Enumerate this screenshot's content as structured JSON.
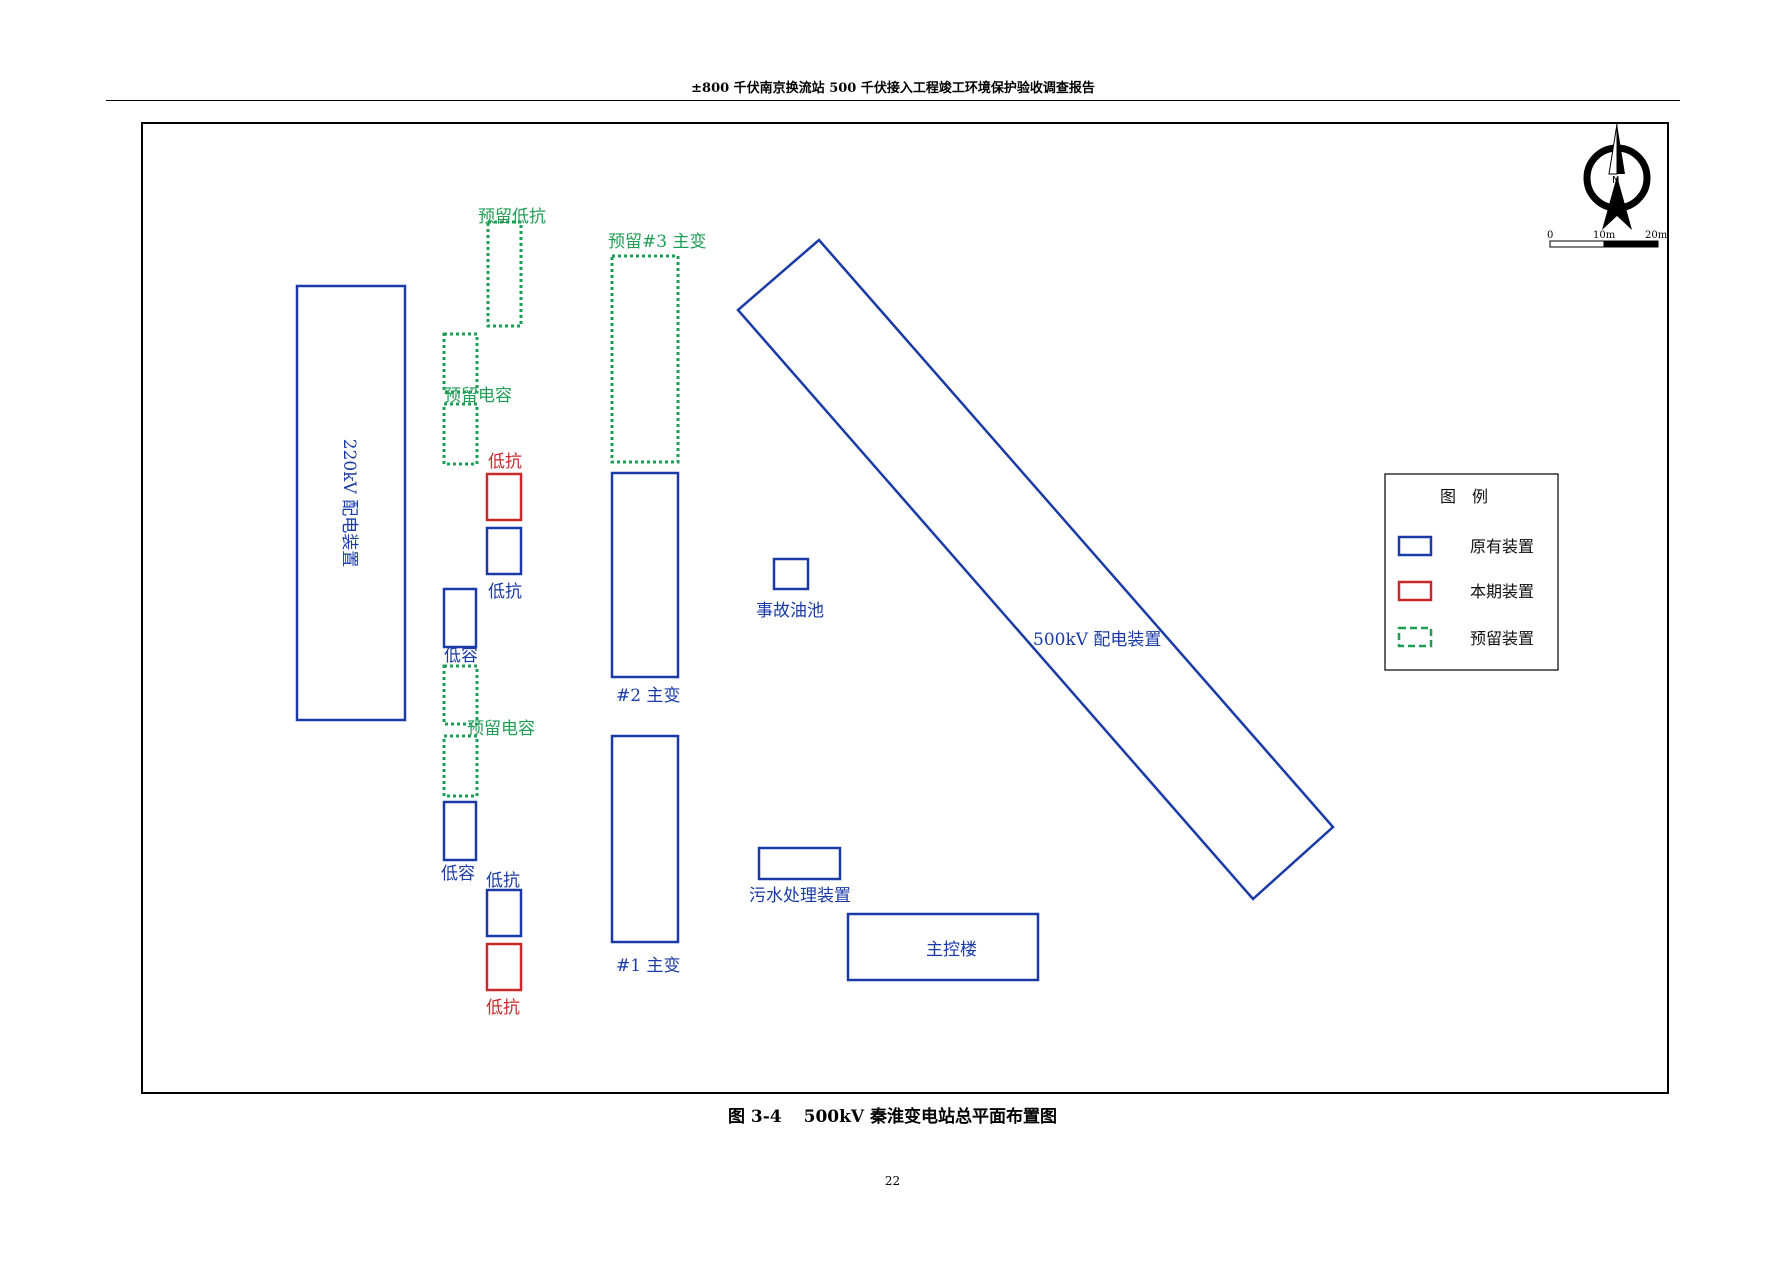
{
  "header": {
    "title": "±800 千伏南京换流站 500 千伏接入工程竣工环境保护验收调查报告"
  },
  "colors": {
    "existing": "#1a3aa8",
    "current": "#c8282a",
    "reserved": "#1e9e55"
  },
  "labels": {
    "reserved_lowreactor_top": "预留低抗",
    "reserved_main3": "预留#3 主变",
    "reserved_cap_top": "预留电容",
    "red_lowreactor_top": "低抗",
    "blue_lowreactor_top": "低抗",
    "lowcap_top": "低容",
    "reserved_cap_mid": "预留电容",
    "lowcap_bottom": "低容",
    "blue_lowreactor_bottom": "低抗",
    "red_lowreactor_bottom": "低抗",
    "switchyard_220": "220kV 配电装置",
    "main2": "#2 主变",
    "main1": "#1 主变",
    "oil_pool": "事故油池",
    "sewage": "污水处理装置",
    "control_building": "主控楼",
    "switchyard_500": "500kV 配电装置"
  },
  "legend": {
    "title": "图　例",
    "items": [
      {
        "label": "原有装置",
        "color": "#1a3aa8",
        "style": "solid"
      },
      {
        "label": "本期装置",
        "color": "#c8282a",
        "style": "solid"
      },
      {
        "label": "预留装置",
        "color": "#1e9e55",
        "style": "dashed"
      }
    ]
  },
  "compass": {
    "north": "N"
  },
  "scale_bar": {
    "ticks": [
      "0",
      "10m",
      "20m"
    ]
  },
  "caption": {
    "number": "图 3-4",
    "text": "500kV 秦淮变电站总平面布置图"
  },
  "page": {
    "number": "22"
  }
}
